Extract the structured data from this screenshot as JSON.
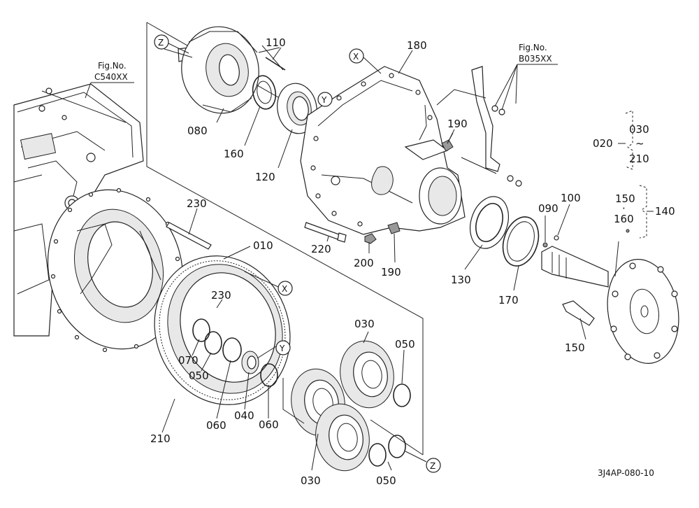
{
  "diagram_code": "3J4AP-080-10",
  "fig_refs": [
    {
      "prefix": "Fig.No.",
      "code": "C540XX"
    },
    {
      "prefix": "Fig.No.",
      "code": "B035XX"
    }
  ],
  "callouts": {
    "x": "X",
    "y": "Y",
    "z": "Z"
  },
  "parts": [
    {
      "no": "010"
    },
    {
      "no": "030"
    },
    {
      "no": "030"
    },
    {
      "no": "040"
    },
    {
      "no": "050"
    },
    {
      "no": "050"
    },
    {
      "no": "050"
    },
    {
      "no": "060"
    },
    {
      "no": "060"
    },
    {
      "no": "070"
    },
    {
      "no": "080"
    },
    {
      "no": "090"
    },
    {
      "no": "100"
    },
    {
      "no": "110"
    },
    {
      "no": "120"
    },
    {
      "no": "130"
    },
    {
      "no": "150"
    },
    {
      "no": "160"
    },
    {
      "no": "170"
    },
    {
      "no": "180"
    },
    {
      "no": "190"
    },
    {
      "no": "190"
    },
    {
      "no": "200"
    },
    {
      "no": "210"
    },
    {
      "no": "220"
    },
    {
      "no": "230"
    },
    {
      "no": "230"
    }
  ],
  "groups": {
    "g020": {
      "label": "020",
      "top": "030",
      "mid": "~",
      "bottom": "210"
    },
    "g140": {
      "label": "140",
      "top": "150",
      "mid": "·",
      "bottom": "160"
    }
  }
}
